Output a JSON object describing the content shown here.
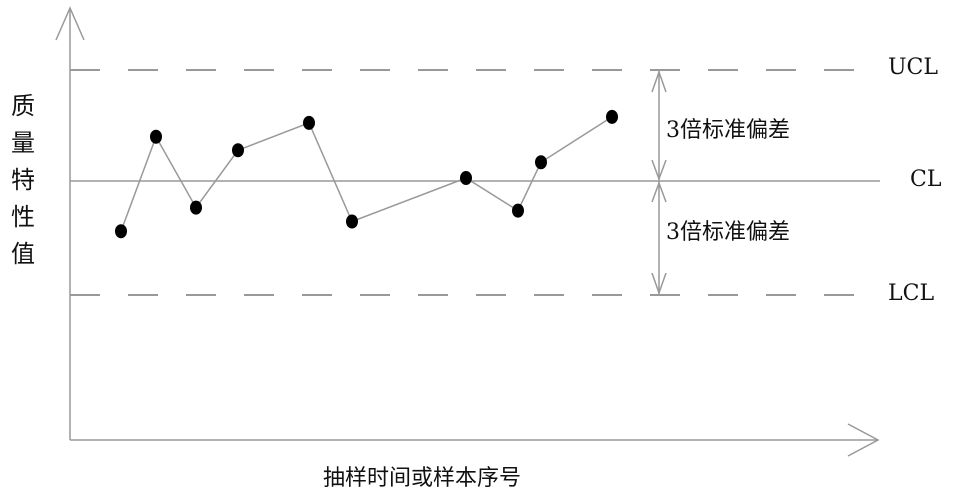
{
  "labels": {
    "ucl": "UCL",
    "cl": "CL",
    "lcl": "LCL",
    "upper_band": "3倍标准偏差",
    "lower_band": "3倍标准偏差",
    "y_axis": "质量特性值",
    "x_axis": "抽样时间或样本序号"
  },
  "chart_data": {
    "type": "line",
    "ucl": 3,
    "cl": 0,
    "lcl": -3,
    "values": [
      -1.34,
      1.18,
      -0.71,
      0.82,
      1.55,
      -1.08,
      0.08,
      -0.79,
      0.5,
      1.71
    ],
    "colors": {
      "line": "#999999",
      "points": "#000000",
      "limits": "#999999"
    }
  }
}
